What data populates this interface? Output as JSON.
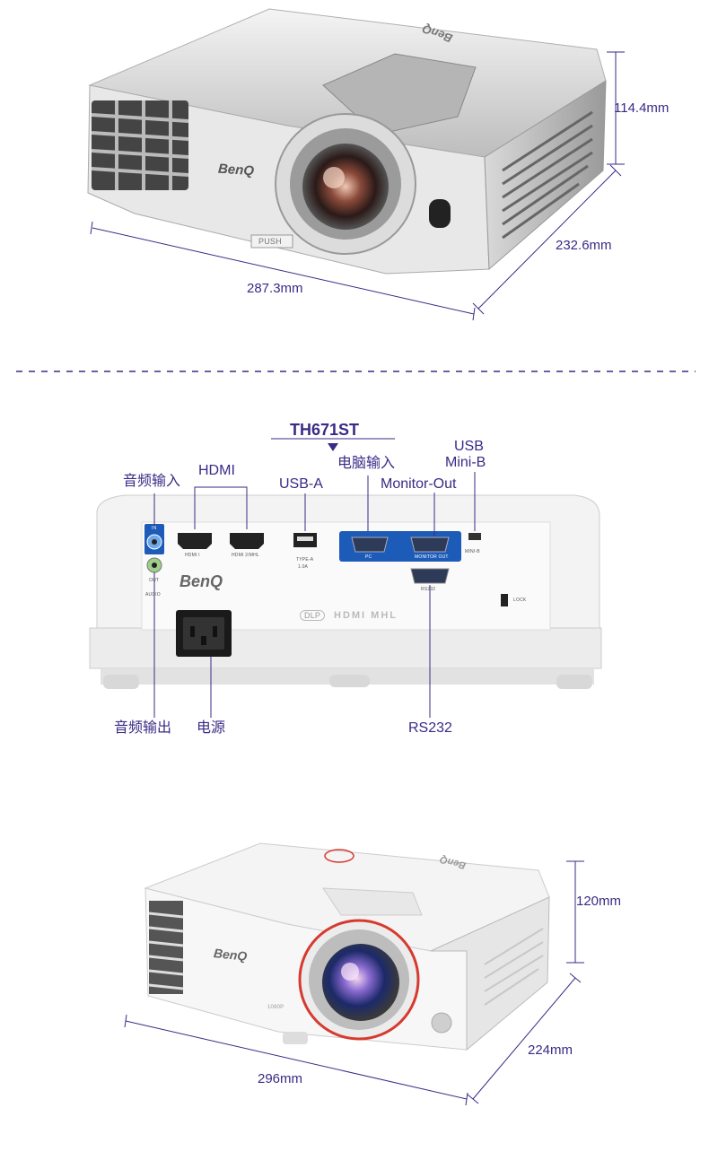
{
  "section1": {
    "dimensions": {
      "height": "114.4mm",
      "depth": "232.6mm",
      "width": "287.3mm"
    },
    "brand": "BenQ",
    "push_label": "PUSH"
  },
  "section2": {
    "model": "TH671ST",
    "labels": {
      "audio_in": "音频输入",
      "hdmi": "HDMI",
      "usb_a": "USB-A",
      "pc_in": "电脑输入",
      "monitor_out": "Monitor-Out",
      "usb_mini_line1": "USB",
      "usb_mini_line2": "Mini-B",
      "audio_out": "音频输出",
      "power": "电源",
      "rs232": "RS232"
    },
    "panel": {
      "in": "IN",
      "out": "OUT",
      "audio": "AUDIO",
      "hdmi1": "HDMI I",
      "hdmi2": "HDMI 2/MHL",
      "type_a": "TYPE-A",
      "type_a_current": "1.0A",
      "pc": "PC",
      "monitor_out": "MONITOR OUT",
      "rs232": "RS232",
      "mini_b": "MINI-B",
      "lock": "LOCK",
      "brand": "BenQ",
      "dlp": "DLP",
      "hdmi_mhl": "HDMI MHL"
    }
  },
  "section3": {
    "dimensions": {
      "height": "120mm",
      "depth": "224mm",
      "width": "296mm"
    },
    "brand": "BenQ",
    "resolution_badge": "1080P"
  },
  "colors": {
    "accent": "#3b2a86",
    "blue_panel": "#1c5bb8",
    "ring_red": "#d63a2f"
  }
}
